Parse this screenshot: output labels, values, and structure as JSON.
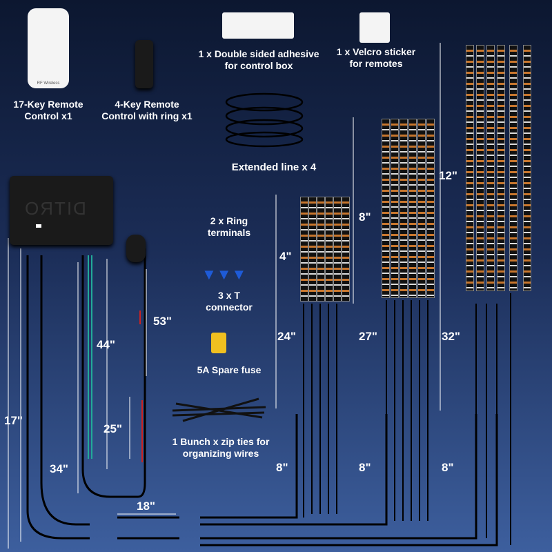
{
  "items": {
    "remote17": {
      "line1": "17-Key Remote",
      "line2": "Control x1",
      "badge": "RF Wireless"
    },
    "remote4": {
      "line1": "4-Key Remote",
      "line2": "Control with ring x1"
    },
    "adhesive": {
      "line1": "1 x Double sided adhesive",
      "line2": "for control box"
    },
    "velcro": {
      "line1": "1 x Velcro sticker",
      "line2": "for remotes"
    },
    "extended": "Extended line x 4",
    "ring": {
      "line1": "2 x Ring",
      "line2": "terminals"
    },
    "tconn": {
      "line1": "3 x T",
      "line2": "connector"
    },
    "fuse": "5A Spare fuse",
    "zip": {
      "line1": "1 Bunch x zip ties for",
      "line2": "organizing wires"
    },
    "logo": "DITRO"
  },
  "measurements": {
    "strip4": "4\"",
    "strip8": "8\"",
    "strip12": "12\"",
    "wire24": "24\"",
    "wire27": "27\"",
    "wire32": "32\"",
    "ext1": "8\"",
    "ext2": "8\"",
    "ext3": "8\"",
    "switch53": "53\"",
    "wire44": "44\"",
    "wire25": "25\"",
    "wire17": "17\"",
    "wire34": "34\"",
    "wire18": "18\""
  }
}
